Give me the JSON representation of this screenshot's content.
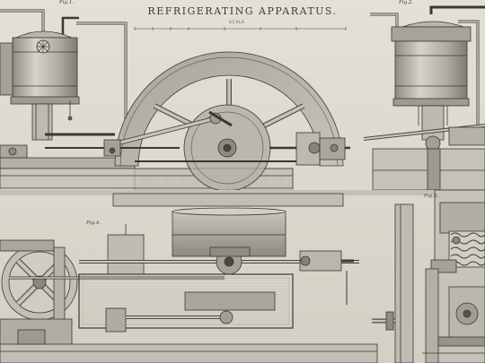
{
  "plate": {
    "title": "REFRIGERATING APPARATUS.",
    "scale_label": "SCALE",
    "figures": [
      "Fig.1.",
      "Fig.2.",
      "Fig.3.",
      "Fig.4."
    ]
  },
  "colors": {
    "paper": "#dcd8cd",
    "ink": "#3a3833",
    "metal_light": "#b9b6ae",
    "metal_dark": "#8a877f"
  }
}
